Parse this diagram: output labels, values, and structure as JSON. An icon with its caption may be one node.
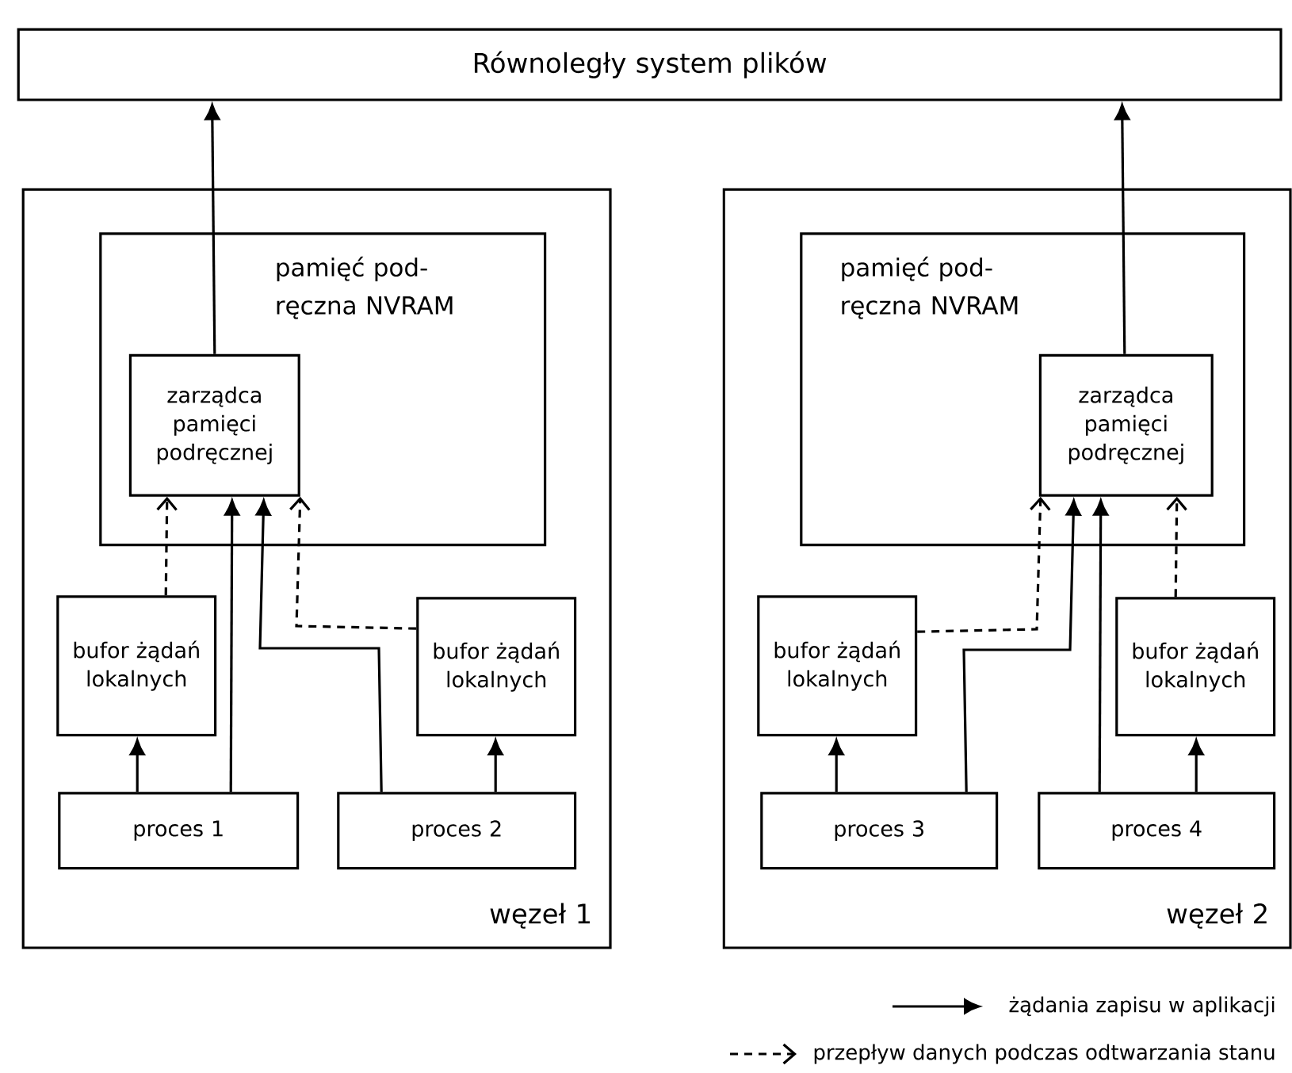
{
  "diagram": {
    "nodes": [
      {
        "text": [
          "Równoległy system plików"
        ]
      },
      {
        "text": [
          "węzeł 1"
        ]
      },
      {
        "text": [
          "pamięć pod- ręczna NVRAM"
        ],
        "in": 1
      },
      {
        "text": [
          "zarządca pamięci podręcznej"
        ],
        "in": 2
      },
      {
        "text": [
          "bufor żądań lokalnych"
        ],
        "in": 1
      },
      {
        "text": [
          "bufor żądań lokalnych"
        ],
        "in": 1
      },
      {
        "text": [
          "proces 1"
        ],
        "in": 1
      },
      {
        "text": [
          "proces 2"
        ],
        "in": 1
      },
      {
        "text": [
          "węzeł 2"
        ]
      },
      {
        "text": [
          "pamięć pod- ręczna NVRAM"
        ],
        "in": 8
      },
      {
        "text": [
          "zarządca pamięci podręcznej"
        ],
        "in": 9
      },
      {
        "text": [
          "bufor żądań lokalnych"
        ],
        "in": 8
      },
      {
        "text": [
          "bufor żądań lokalnych"
        ],
        "in": 8
      },
      {
        "text": [
          "proces 3"
        ],
        "in": 8
      },
      {
        "text": [
          "proces 4"
        ],
        "in": 8
      }
    ],
    "edges": [
      {
        "from": 3,
        "to": 0,
        "arrow": "to"
      },
      {
        "from": 4,
        "to": 3,
        "arrow": "to",
        "style": "dashed"
      },
      {
        "from": 5,
        "to": 3,
        "arrow": "to",
        "style": "dashed"
      },
      {
        "from": 6,
        "to": 4,
        "arrow": "to"
      },
      {
        "from": 6,
        "to": 3,
        "arrow": "to"
      },
      {
        "from": 7,
        "to": 3,
        "arrow": "to"
      },
      {
        "from": 7,
        "to": 5,
        "arrow": "to"
      },
      {
        "from": 10,
        "to": 0,
        "arrow": "to"
      },
      {
        "from": 11,
        "to": 10,
        "arrow": "to",
        "style": "dashed"
      },
      {
        "from": 12,
        "to": 10,
        "arrow": "to",
        "style": "dashed"
      },
      {
        "from": 13,
        "to": 11,
        "arrow": "to"
      },
      {
        "from": 13,
        "to": 10,
        "arrow": "to"
      },
      {
        "from": 14,
        "to": 10,
        "arrow": "to"
      },
      {
        "from": 14,
        "to": 12,
        "arrow": "to"
      }
    ],
    "legend": [
      {
        "text": "żądania zapisu w aplikacji"
      },
      {
        "text": "przepływ danych podczas odtwarzania stanu"
      }
    ]
  }
}
